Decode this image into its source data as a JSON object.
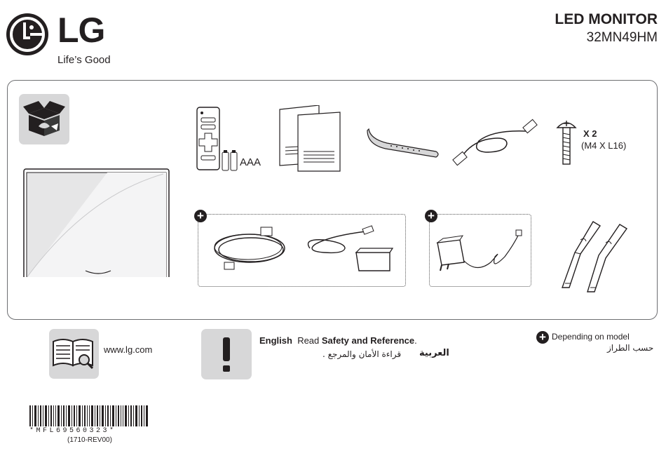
{
  "brand": {
    "name": "LG",
    "tagline": "Life’s Good"
  },
  "product": {
    "title": "LED MONITOR",
    "model": "32MN49HM"
  },
  "contents": {
    "battery_label": "AAA",
    "screw_qty": "X 2",
    "screw_size": "(M4 X L16)"
  },
  "footer": {
    "website": "www.lg.com",
    "safety": {
      "lang_en": "English",
      "read_prefix": "Read ",
      "doc_name": "Safety and Reference",
      "period": ".",
      "lang_ar": "العربية",
      "ar_text": "قراءة الأمان والمرجع ."
    },
    "note_en": "Depending on model",
    "note_ar": "حسب الطراز",
    "barcode_text": "*MFL69560323*",
    "revision": "(1710-REV00)"
  },
  "colors": {
    "ink": "#231f20",
    "tile_gray": "#d7d7d8",
    "border": "#6d6e71"
  }
}
